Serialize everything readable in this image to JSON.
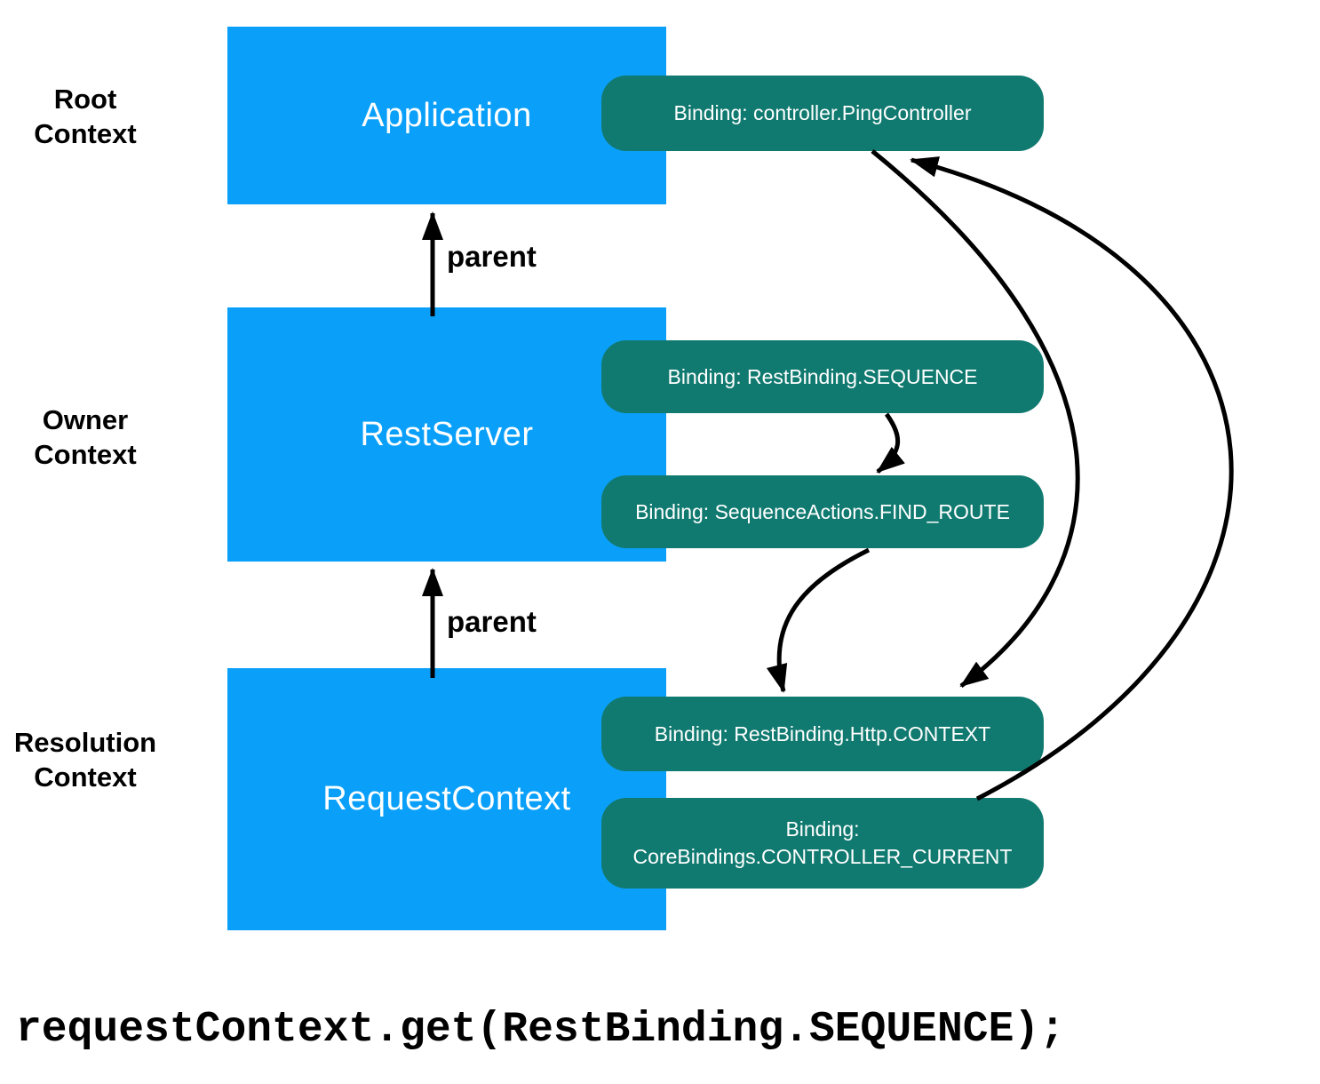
{
  "diagram": {
    "colors": {
      "context_box_fill": "#0AA0FA",
      "binding_pill_fill": "#117A70",
      "box_text": "#FFFFFF",
      "label_text": "#000000",
      "arrow": "#000000"
    },
    "context_labels": [
      {
        "id": "root",
        "lines": [
          "Root",
          "Context"
        ]
      },
      {
        "id": "owner",
        "lines": [
          "Owner",
          "Context"
        ]
      },
      {
        "id": "resolution",
        "lines": [
          "Resolution",
          "Context"
        ]
      }
    ],
    "context_boxes": [
      {
        "id": "application",
        "label": "Application"
      },
      {
        "id": "restserver",
        "label": "RestServer"
      },
      {
        "id": "requestcontext",
        "label": "RequestContext"
      }
    ],
    "parent_edges": [
      {
        "from": "RestServer",
        "to": "Application",
        "label": "parent"
      },
      {
        "from": "RequestContext",
        "to": "RestServer",
        "label": "parent"
      }
    ],
    "bindings": [
      {
        "id": "ping-controller",
        "context": "Application",
        "lines": [
          "Binding: controller.PingController"
        ]
      },
      {
        "id": "rest-sequence",
        "context": "RestServer",
        "lines": [
          "Binding: RestBinding.SEQUENCE"
        ]
      },
      {
        "id": "find-route",
        "context": "RestServer",
        "lines": [
          "Binding: SequenceActions.FIND_ROUTE"
        ]
      },
      {
        "id": "http-context",
        "context": "RequestContext",
        "lines": [
          "Binding: RestBinding.Http.CONTEXT"
        ]
      },
      {
        "id": "controller-current",
        "context": "RequestContext",
        "lines": [
          "Binding:",
          "CoreBindings.CONTROLLER_CURRENT"
        ]
      }
    ],
    "resolution_edges": [
      {
        "from": "Binding: controller.PingController",
        "to": "Binding: RestBinding.Http.CONTEXT"
      },
      {
        "from": "Binding: RestBinding.SEQUENCE",
        "to": "Binding: SequenceActions.FIND_ROUTE"
      },
      {
        "from": "Binding: SequenceActions.FIND_ROUTE",
        "to": "Binding: RestBinding.Http.CONTEXT"
      },
      {
        "from": "Binding: CoreBindings.CONTROLLER_CURRENT",
        "to": "Binding: controller.PingController"
      }
    ],
    "code_caption": "requestContext.get(RestBinding.SEQUENCE);"
  }
}
